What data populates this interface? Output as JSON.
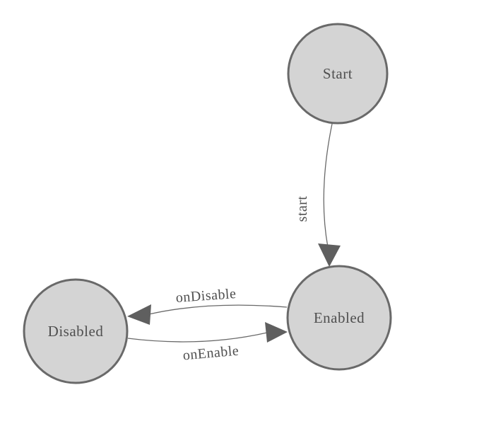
{
  "diagram": {
    "type": "state-machine",
    "nodes": [
      {
        "id": "start",
        "label": "Start"
      },
      {
        "id": "enabled",
        "label": "Enabled"
      },
      {
        "id": "disabled",
        "label": "Disabled"
      }
    ],
    "edges": [
      {
        "id": "start-to-enabled",
        "from": "Start",
        "to": "Enabled",
        "label": "start"
      },
      {
        "id": "enabled-to-disabled",
        "from": "Enabled",
        "to": "Disabled",
        "label": "onDisable"
      },
      {
        "id": "disabled-to-enabled",
        "from": "Disabled",
        "to": "Enabled",
        "label": "onEnable"
      }
    ],
    "colors": {
      "background": "#ffffff",
      "node_fill": "#d4d4d4",
      "node_border": "#696969",
      "edge_line": "#696969",
      "arrowhead": "#5f5f5f",
      "label_text": "#4f4f4f"
    }
  }
}
